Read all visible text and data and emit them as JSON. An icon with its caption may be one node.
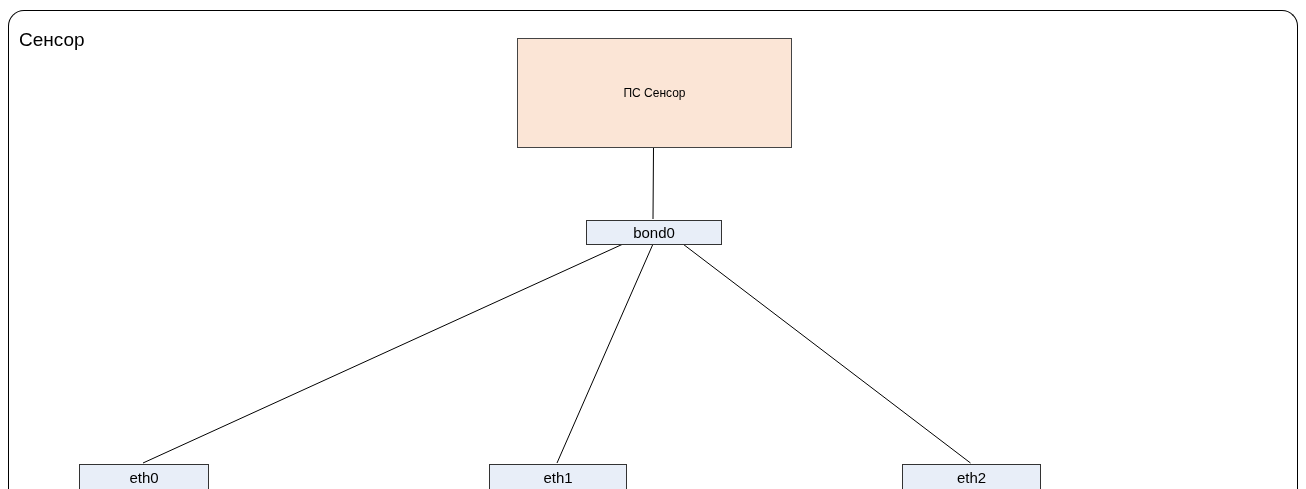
{
  "diagram": {
    "nodes": [
      {
        "text": [
          "Сенсор"
        ]
      },
      {
        "text": [
          "ПС Сенсор"
        ],
        "in": 0
      },
      {
        "text": [
          "bond0"
        ],
        "in": 0
      },
      {
        "text": [
          "eth0"
        ],
        "in": 0
      },
      {
        "text": [
          "eth1"
        ],
        "in": 0
      },
      {
        "text": [
          "eth2"
        ],
        "in": 0
      }
    ],
    "edges": [
      {
        "from": 1,
        "to": 2,
        "arrow": "none"
      },
      {
        "from": 2,
        "to": 3,
        "arrow": "none"
      },
      {
        "from": 2,
        "to": 4,
        "arrow": "none"
      },
      {
        "from": 2,
        "to": 5,
        "arrow": "none"
      }
    ]
  }
}
